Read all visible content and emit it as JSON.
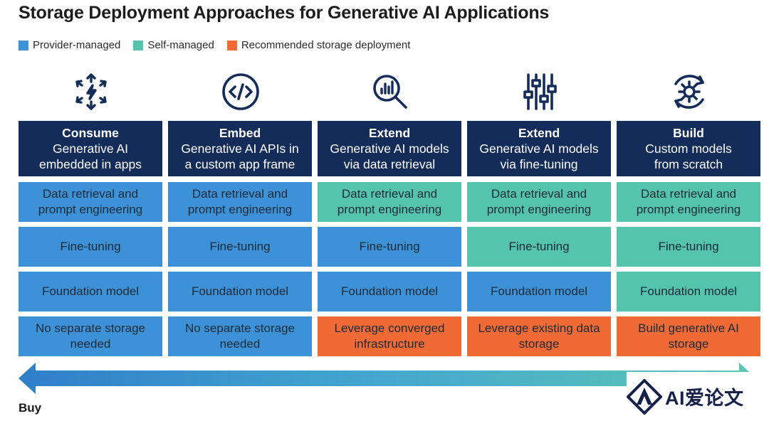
{
  "title": "Storage Deployment Approaches for Generative AI Applications",
  "legend": [
    {
      "label": "Provider-managed",
      "color": "#3d91d6"
    },
    {
      "label": "Self-managed",
      "color": "#55c4ad"
    },
    {
      "label": "Recommended storage deployment",
      "color": "#f06a35"
    }
  ],
  "columns": [
    {
      "icon": "sparkle-arrows-icon",
      "header_bold": "Consume",
      "header_line1": "Generative AI",
      "header_line2": "embedded in apps",
      "cells": [
        {
          "text": "Data retrieval and prompt engineering",
          "kind": "provider"
        },
        {
          "text": "Fine-tuning",
          "kind": "provider"
        },
        {
          "text": "Foundation model",
          "kind": "provider"
        },
        {
          "text": "No separate storage needed",
          "kind": "provider"
        }
      ]
    },
    {
      "icon": "code-icon",
      "header_bold": "Embed",
      "header_line1": "Generative AI APIs in",
      "header_line2": "a custom app frame",
      "cells": [
        {
          "text": "Data retrieval and prompt engineering",
          "kind": "provider"
        },
        {
          "text": "Fine-tuning",
          "kind": "provider"
        },
        {
          "text": "Foundation model",
          "kind": "provider"
        },
        {
          "text": "No separate storage needed",
          "kind": "provider"
        }
      ]
    },
    {
      "icon": "magnifier-chart-icon",
      "header_bold": "Extend",
      "header_line1": "Generative AI models",
      "header_line2": "via data retrieval",
      "cells": [
        {
          "text": "Data retrieval and prompt engineering",
          "kind": "self"
        },
        {
          "text": "Fine-tuning",
          "kind": "provider"
        },
        {
          "text": "Foundation model",
          "kind": "provider"
        },
        {
          "text": "Leverage converged infrastructure",
          "kind": "recommended"
        }
      ]
    },
    {
      "icon": "sliders-icon",
      "header_bold": "Extend",
      "header_line1": "Generative AI models",
      "header_line2": "via fine-tuning",
      "cells": [
        {
          "text": "Data retrieval and prompt engineering",
          "kind": "self"
        },
        {
          "text": "Fine-tuning",
          "kind": "self"
        },
        {
          "text": "Foundation model",
          "kind": "provider"
        },
        {
          "text": "Leverage existing data storage",
          "kind": "recommended"
        }
      ]
    },
    {
      "icon": "gear-cycle-icon",
      "header_bold": "Build",
      "header_line1": "Custom models",
      "header_line2": "from scratch",
      "cells": [
        {
          "text": "Data retrieval and prompt engineering",
          "kind": "self"
        },
        {
          "text": "Fine-tuning",
          "kind": "self"
        },
        {
          "text": "Foundation model",
          "kind": "self"
        },
        {
          "text": "Build generative AI storage",
          "kind": "recommended"
        }
      ]
    }
  ],
  "arrow_label": "Buy",
  "watermark": "AI爱论文"
}
